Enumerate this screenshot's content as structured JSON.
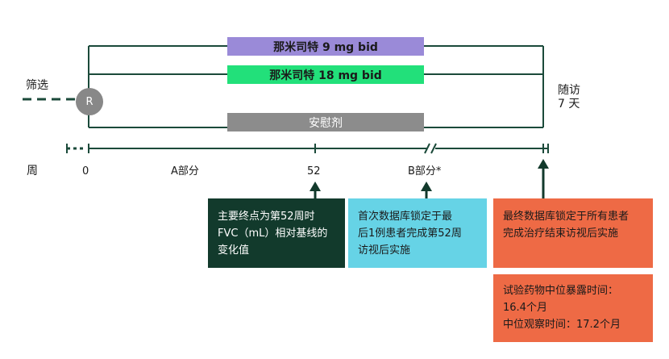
{
  "screening": {
    "label": "筛选"
  },
  "randomization": {
    "label": "R"
  },
  "follow_up": {
    "line1": "随访",
    "line2": "7 天"
  },
  "arms": [
    {
      "label": "那米司特 9 mg bid",
      "color": "#9a8ad8",
      "text_color": "#1a1a1a"
    },
    {
      "label": "那米司特 18 mg bid",
      "color": "#22e07a",
      "text_color": "#1a1a1a"
    },
    {
      "label": "安慰剂",
      "color": "#8c8c8c",
      "text_color": "#ffffff"
    }
  ],
  "timeline": {
    "week_label": "周",
    "tick_0": "0",
    "part_a": "A部分",
    "tick_52": "52",
    "part_b": "B部分*"
  },
  "boxes": {
    "primary_endpoint": {
      "lines": [
        "主要终点为第52周时",
        "FVC（mL）相对基线的",
        "变化值"
      ],
      "bg": "#123a2c",
      "fg": "#ffffff"
    },
    "first_lock": {
      "lines": [
        "首次数据库锁定于最",
        "后1例患者完成第52周",
        "访视后实施"
      ],
      "bg": "#66d3e6",
      "fg": "#1a1a1a"
    },
    "final_lock": {
      "lines": [
        "最终数据库锁定于所有患者",
        "完成治疗结束访视后实施"
      ],
      "bg": "#ee6a45",
      "fg": "#1a1a1a"
    },
    "exposure": {
      "lines": [
        "试验药物中位暴露时间：",
        "16.4个月",
        "中位观察时间：17.2个月"
      ],
      "bg": "#ee6a45",
      "fg": "#1a1a1a"
    }
  },
  "colors": {
    "line": "#1b4a3a",
    "arrow": "#123a2c"
  }
}
